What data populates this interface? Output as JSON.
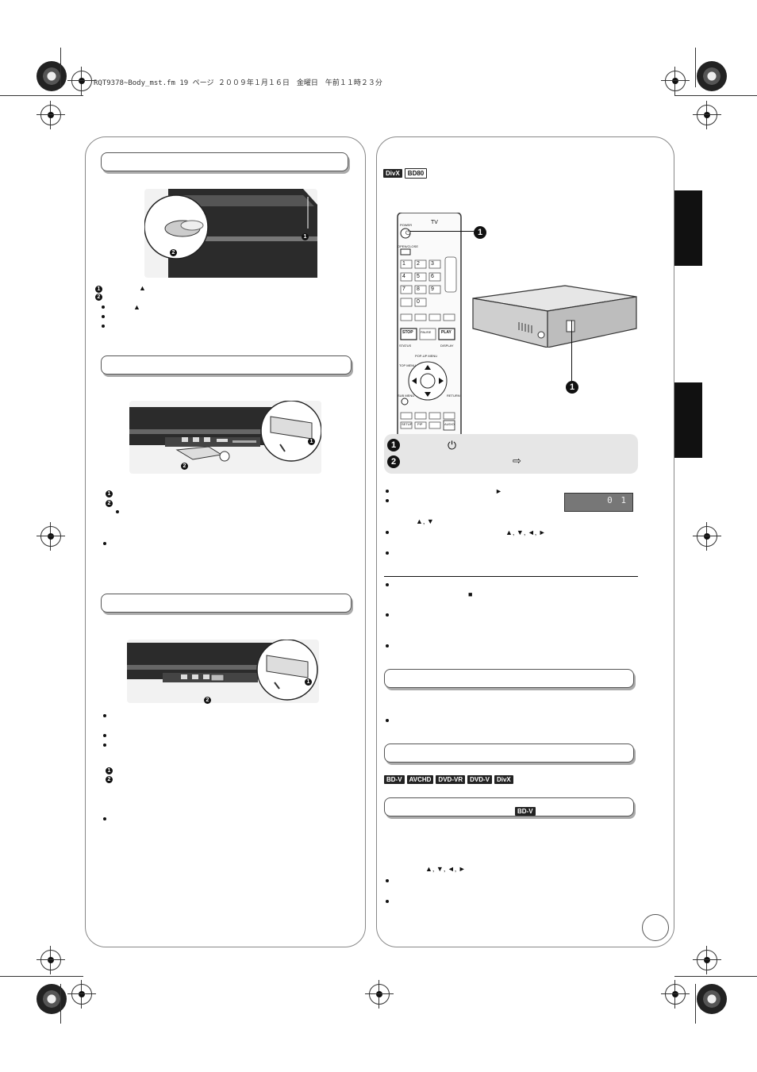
{
  "header": {
    "file_line": "RQT9378~Body_mst.fm  19 ページ  ２００９年１月１６日　金曜日　午前１１時２３分"
  },
  "left": {
    "section1": {
      "callouts": [
        "1",
        "2"
      ],
      "steps": [
        "1",
        "2"
      ],
      "eject_symbol": "▲"
    },
    "section2": {
      "callouts": [
        "1",
        "2"
      ],
      "steps": [
        "1",
        "2"
      ]
    },
    "section3": {
      "callouts": [
        "1",
        "2"
      ],
      "steps": [
        "1",
        "2"
      ]
    }
  },
  "right": {
    "tags_top": [
      "DivX",
      "BD80"
    ],
    "remote": {
      "tv_label": "TV",
      "power_label": "POWER",
      "open_close_label": "OPEN/CLOSE",
      "stop_label": "STOP",
      "play_label": "PLAY",
      "pause_label": "PAUSE",
      "popup_menu_label": "POP-UP MENU",
      "top_menu_label": "TOP MENU",
      "sub_menu_label": "SUB MENU",
      "return_label": "RETURN",
      "setup_label": "SETUP",
      "pip_label": "PIP",
      "status_label": "STATUS",
      "display_label": "DISPLAY",
      "audio_label": "AUDIO",
      "digits": [
        "1",
        "2",
        "3",
        "4",
        "5",
        "6",
        "7",
        "8",
        "9",
        "0"
      ]
    },
    "callout_numbers": [
      "1",
      "2"
    ],
    "callout_box": {
      "power_symbol": "⏻",
      "arrow_symbol": "⇨"
    },
    "play_symbol": "►",
    "stop_symbol": "■",
    "arrows_ud": "▲, ▼",
    "arrows_all": "▲, ▼, ◄, ►",
    "lcd_display": "0 1",
    "tags_mid": [
      "BD-V",
      "AVCHD",
      "DVD-VR",
      "DVD-V",
      "DivX"
    ],
    "section3_tag": "BD-V",
    "arrows_bottom": "▲, ▼, ◄, ►"
  }
}
